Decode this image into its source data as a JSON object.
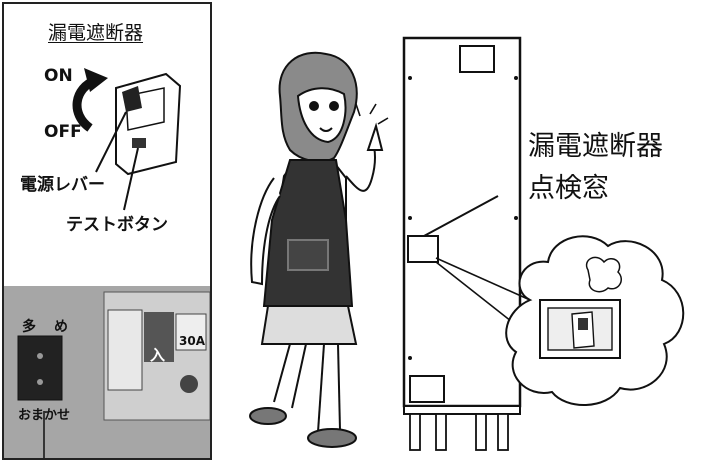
{
  "panel": {
    "title": "漏電遮断器",
    "on_label": "ON",
    "off_label": "OFF",
    "lever_label": "電源レバー",
    "test_button_label": "テストボタン"
  },
  "photo": {
    "mode_label_1": "多",
    "mode_label_2": "め",
    "omakase_label": "おまかせ",
    "breaker_text": "入",
    "rating_text": "30A"
  },
  "callout": {
    "line1": "漏電遮断器",
    "line2": "点検窓"
  }
}
